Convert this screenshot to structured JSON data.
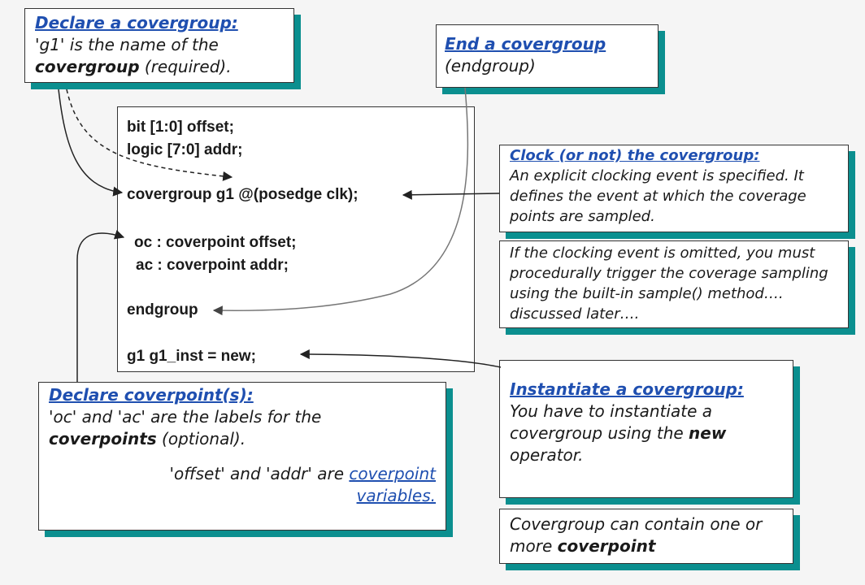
{
  "code": {
    "line1": "bit [1:0] offset;",
    "line2": "logic [7:0] addr;",
    "line3": "covergroup g1 @(posedge clk);",
    "line4": "oc : coverpoint offset;",
    "line5": "ac : coverpoint addr;",
    "line6": "endgroup",
    "line7": "g1 g1_inst = new;"
  },
  "declare_covergroup": {
    "title": "Declare a covergroup:",
    "text1": "'g1' is the name of the",
    "bold": "covergroup",
    "text2": " (required)."
  },
  "end_covergroup": {
    "title": "End a covergroup",
    "text": "(endgroup)"
  },
  "clock": {
    "title": "Clock (or not) the covergroup:",
    "text": "An explicit clocking event is specified. It defines the event at which the coverage points are sampled."
  },
  "omitted": {
    "text": "If the clocking event is omitted, you must procedurally trigger the coverage sampling using the built-in sample() method…. discussed later…."
  },
  "declare_coverpoints": {
    "title": "Declare coverpoint(s):",
    "text1": "'oc' and 'ac' are the labels for the",
    "bold": "coverpoints",
    "text2": " (optional).",
    "text3": "'offset' and 'addr' are ",
    "link1": "coverpoint",
    "link2": "variables."
  },
  "instantiate": {
    "title": "Instantiate a covergroup:",
    "text1": "You have to instantiate a covergroup using the ",
    "bold": "new",
    "text2": " operator."
  },
  "contain": {
    "text1": "Covergroup can contain one or more ",
    "bold": "coverpoint"
  }
}
